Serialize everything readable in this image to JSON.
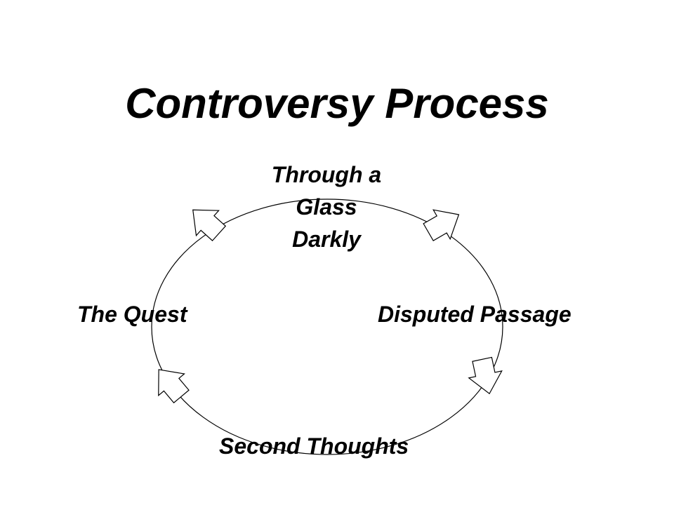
{
  "title": "Controversy Process",
  "stages": {
    "top": [
      "Through a",
      "Glass",
      "Darkly"
    ],
    "right": "Disputed Passage",
    "bottom": "Second Thoughts",
    "left": "The Quest"
  },
  "colors": {
    "line": "#000000",
    "background": "#ffffff",
    "arrow_fill": "#ffffff"
  },
  "arrows": [
    "up-right-arrow-icon",
    "down-right-arrow-icon",
    "down-left-arrow-icon",
    "up-left-arrow-icon"
  ]
}
